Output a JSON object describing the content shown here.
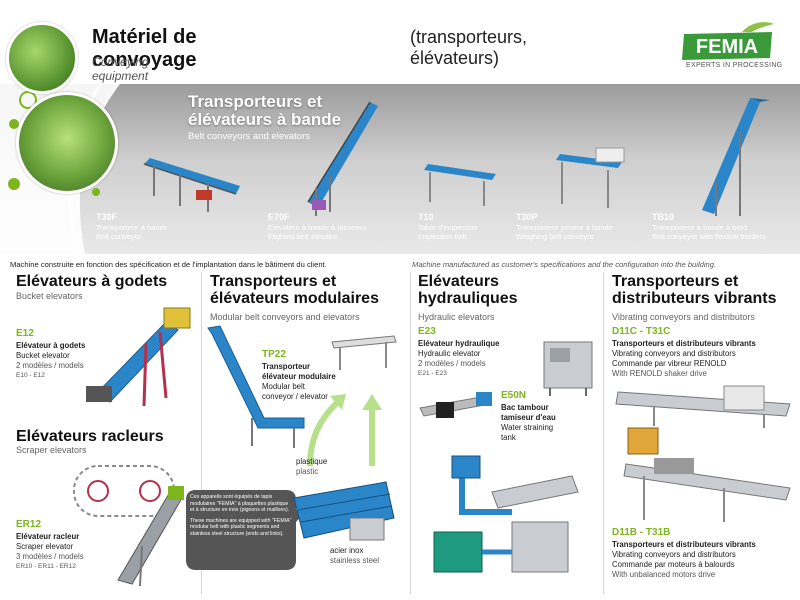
{
  "header": {
    "title": "Matériel de convoyage",
    "subtitle": "Conveying equipment ( conveyors, elevators)",
    "paren": "(transporteurs, élévateurs)",
    "brand": "FEMIA",
    "brand_tagline": "EXPERTS IN PROCESSING",
    "brand_color": "#3a9a3a"
  },
  "banner": {
    "title_line1": "Transporteurs et",
    "title_line2": "élévateurs à bande",
    "subtitle": "Belt conveyors and elevators",
    "products": [
      {
        "code": "T30F",
        "fr": "Transporteur à bande",
        "en": "Belt conveyor"
      },
      {
        "code": "E70F",
        "fr": "Elévateur à bande à tasseaux",
        "en": "Flighted belt elevator"
      },
      {
        "code": "T10",
        "fr": "Table d'inspection",
        "en": "Inspection belt"
      },
      {
        "code": "T30P",
        "fr": "Transporteur peseur à bande",
        "en": "Weighing belt conveyor"
      },
      {
        "code": "TB10",
        "fr": "Transporteur à bande à bord",
        "en": "Belt conveyor with flexible borders"
      }
    ]
  },
  "notes": {
    "left": "Machine construite en fonction des spécification et de l'implantation dans le bâtiment du client.",
    "right": "Machine manufactured as customer's specifications and the configuration into the building."
  },
  "bucket": {
    "title": "Elévateurs à godets",
    "subtitle": "Bucket elevators",
    "code": "E12",
    "fr": "Elévateur à godets",
    "en": "Bucket elevator",
    "models": "2 modèles / models",
    "range": "E10 - E12"
  },
  "scraper": {
    "title": "Elévateurs racleurs",
    "subtitle": "Scraper elevators",
    "code": "ER12",
    "fr": "Elévateur racleur",
    "en": "Scraper elevator",
    "models": "3 modèles / models",
    "range": "ER10 - ER11 - ER12"
  },
  "modular": {
    "title_line1": "Transporteurs et",
    "title_line2": "élévateurs modulaires",
    "subtitle": "Modular belt conveyors and elevators",
    "code": "TP22",
    "fr_line1": "Transporteur",
    "fr_line2": "élévateur modulaire",
    "en_line1": "Modular belt",
    "en_line2": "conveyor / elevator",
    "label_plastic_fr": "plastique",
    "label_plastic_en": "plastic",
    "label_steel_fr": "acier inox",
    "label_steel_en": "stainless steel",
    "info_fr": "Ces appareils sont équipés de tapis modulaires \"FEMIA\" à plaquettes plastique et à structure en inox (pignons et maillons).",
    "info_en": "These machines are equipped with \"FEMIA\" modular belt with plastic segments and stainless steel structure (ends and links)."
  },
  "hydraulic": {
    "title_line1": "Elévateurs",
    "title_line2": "hydrauliques",
    "subtitle": "Hydraulic elevators",
    "code": "E23",
    "fr": "Elévateur hydraulique",
    "en": "Hydraulic elevator",
    "models": "2 modèles / models",
    "range": "E21 - E23",
    "code2": "E50N",
    "fr2_line1": "Bac tambour",
    "fr2_line2": "tamiseur d'eau",
    "en2_line1": "Water straining",
    "en2_line2": "tank"
  },
  "vibrating": {
    "title_line1": "Transporteurs et",
    "title_line2": "distributeurs vibrants",
    "subtitle": "Vibrating conveyors and distributors",
    "code": "D11C - T31C",
    "fr": "Transporteurs et distributeurs vibrants",
    "en": "Vibrating conveyors and distributors",
    "drive_fr": "Commande par vibreur RENOLD",
    "drive_en": "With RENOLD shaker drive",
    "code2": "D11B - T31B",
    "fr2": "Transporteurs et distributeurs vibrants",
    "en2": "Vibrating conveyors and distributors",
    "drive2_fr": "Commande par moteurs à balourds",
    "drive2_en": "With unbalanced motors drive"
  }
}
